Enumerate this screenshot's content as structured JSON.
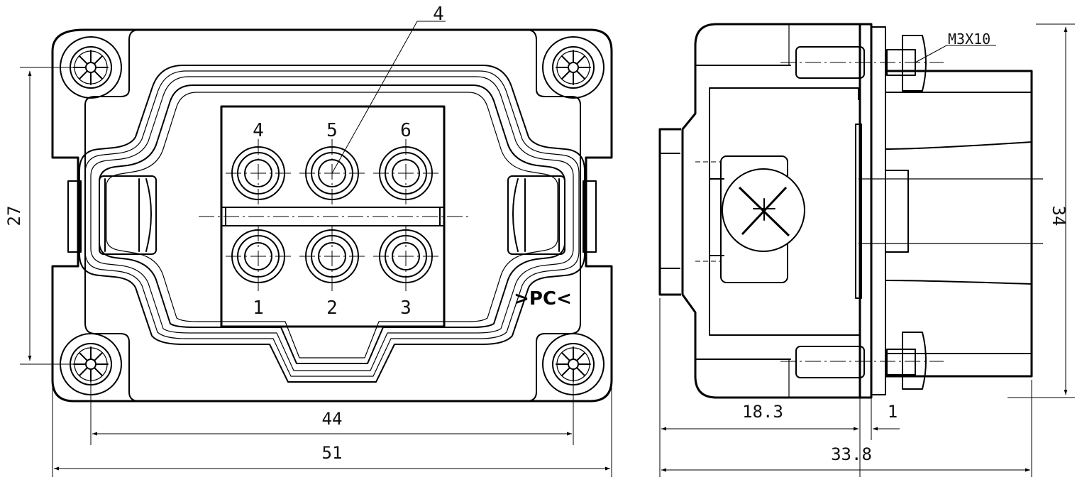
{
  "front_view": {
    "callout": "4",
    "top_row_numbers": [
      "4",
      "5",
      "6"
    ],
    "bottom_row_numbers": [
      "1",
      "2",
      "3"
    ],
    "logo": ">PC<",
    "dim_left_height": "27",
    "dim_inner_width": "44",
    "dim_outer_width": "51"
  },
  "side_view": {
    "screw_label": "M3X10",
    "dim_height": "34",
    "dim_depth": "18.3",
    "dim_flange": "1",
    "dim_total": "33.8"
  }
}
